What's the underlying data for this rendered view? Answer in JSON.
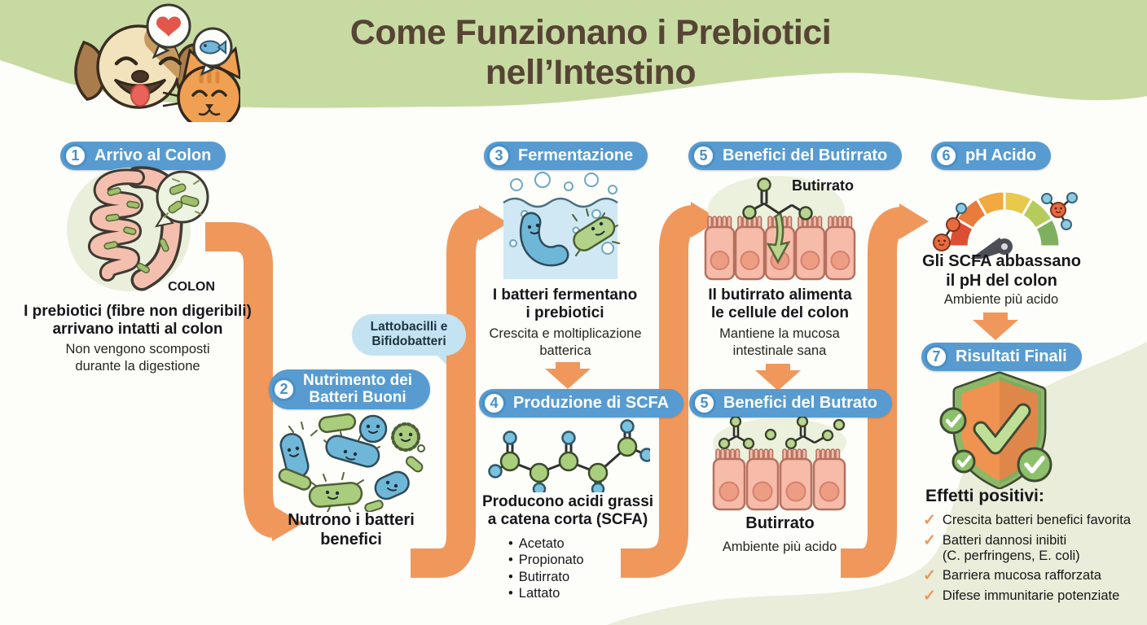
{
  "title": "Come Funzionano i Prebiotici nell’Intestino",
  "icons": {
    "check": "✓",
    "bullet": "•"
  },
  "colors": {
    "pill_blue": "#579bd0",
    "arrow_orange": "#f0975c",
    "header_green": "#c7daa2",
    "blob_green": "#e9edd9",
    "title_brown": "#564434"
  },
  "steps": {
    "s1": {
      "num": "1",
      "title": "Arrivo al Colon",
      "organ_label": "COLON",
      "bold1": "I prebiotici (fibre non digeribili)",
      "bold2": "arrivano intatti al colon",
      "sub1": "Non vengono scomposti",
      "sub2": "durante la digestione"
    },
    "s2": {
      "num": "2",
      "title1": "Nutrimento dei",
      "title2": "Batteri Buoni",
      "bubble1": "Lattobacilli e",
      "bubble2": "Bifidobatteri",
      "bold1": "Nutrono i batteri",
      "bold2": "benefici"
    },
    "s3": {
      "num": "3",
      "title": "Fermentazione",
      "bold1": "I batteri fermentano",
      "bold2": "i prebiotici",
      "sub1": "Crescita e moltiplicazione",
      "sub2": "batterica"
    },
    "s4": {
      "num": "4",
      "title": "Produzione di SCFA",
      "bold1": "Producono acidi grassi",
      "bold2": "a catena corta (SCFA)",
      "bullets": [
        "Acetato",
        "Propionato",
        "Butirrato",
        "Lattato"
      ]
    },
    "s5a": {
      "num": "5",
      "title": "Benefici del Butirrato",
      "molecule_label": "Butirrato",
      "bold1": "Il butirrato alimenta",
      "bold2": "le cellule del colon",
      "sub1": "Mantiene la mucosa",
      "sub2": "intestinale sana"
    },
    "s5b": {
      "num": "5",
      "title": "Benefici del Butrato",
      "bold1": "Butirrato",
      "sub1": "Ambiente più acido"
    },
    "s6": {
      "num": "6",
      "title": "pH Acido",
      "bold1": "Gli SCFA abbassano",
      "bold2": "il pH del colon",
      "sub1": "Ambiente più acido"
    },
    "s7": {
      "num": "7",
      "title": "Risultati Finali",
      "heading": "Effetti positivi:",
      "checks": [
        {
          "l1": "Crescita batteri benefici favorita",
          "l2": ""
        },
        {
          "l1": "Batteri dannosi inibiti",
          "l2": "(C. perfringens, E. coli)"
        },
        {
          "l1": "Barriera mucosa rafforzata",
          "l2": ""
        },
        {
          "l1": "Difese immunitarie potenziate",
          "l2": ""
        }
      ]
    }
  }
}
